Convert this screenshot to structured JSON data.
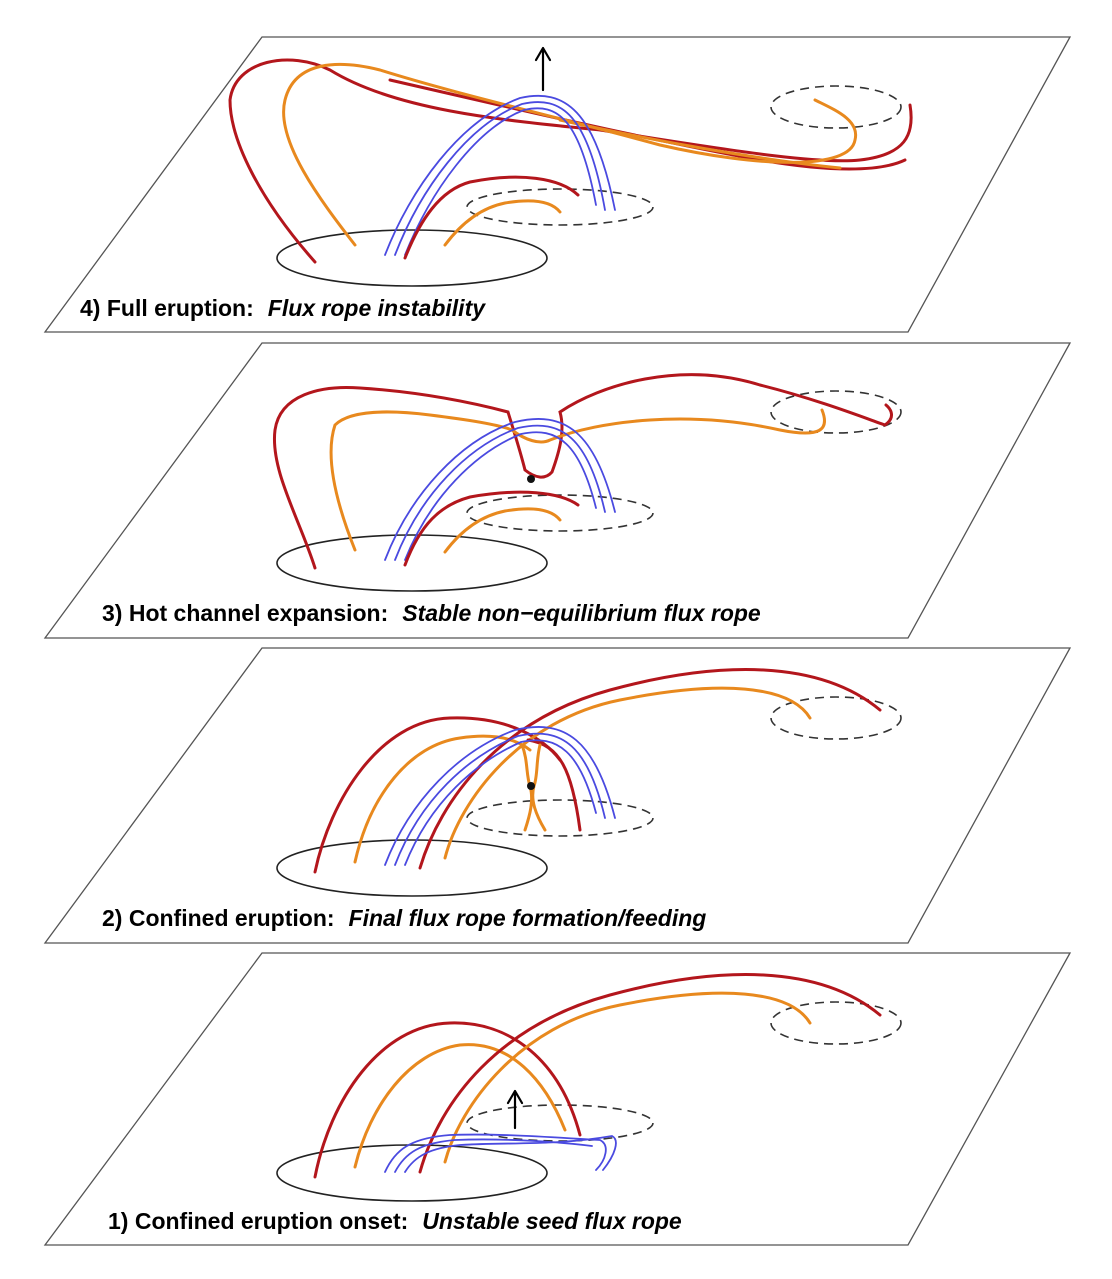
{
  "panels": [
    {
      "stage": "4) Full eruption:",
      "description": "Flux rope instability"
    },
    {
      "stage": "3) Hot channel expansion:",
      "description": "Stable non−equilibrium flux rope"
    },
    {
      "stage": "2) Confined eruption:",
      "description": "Final flux rope formation/feeding"
    },
    {
      "stage": "1) Confined eruption onset:",
      "description": "Unstable seed flux rope"
    }
  ],
  "colors": {
    "red_field_line": "#b3161c",
    "orange_field_line": "#e8891e",
    "blue_flux_rope": "#4a4ae0"
  }
}
